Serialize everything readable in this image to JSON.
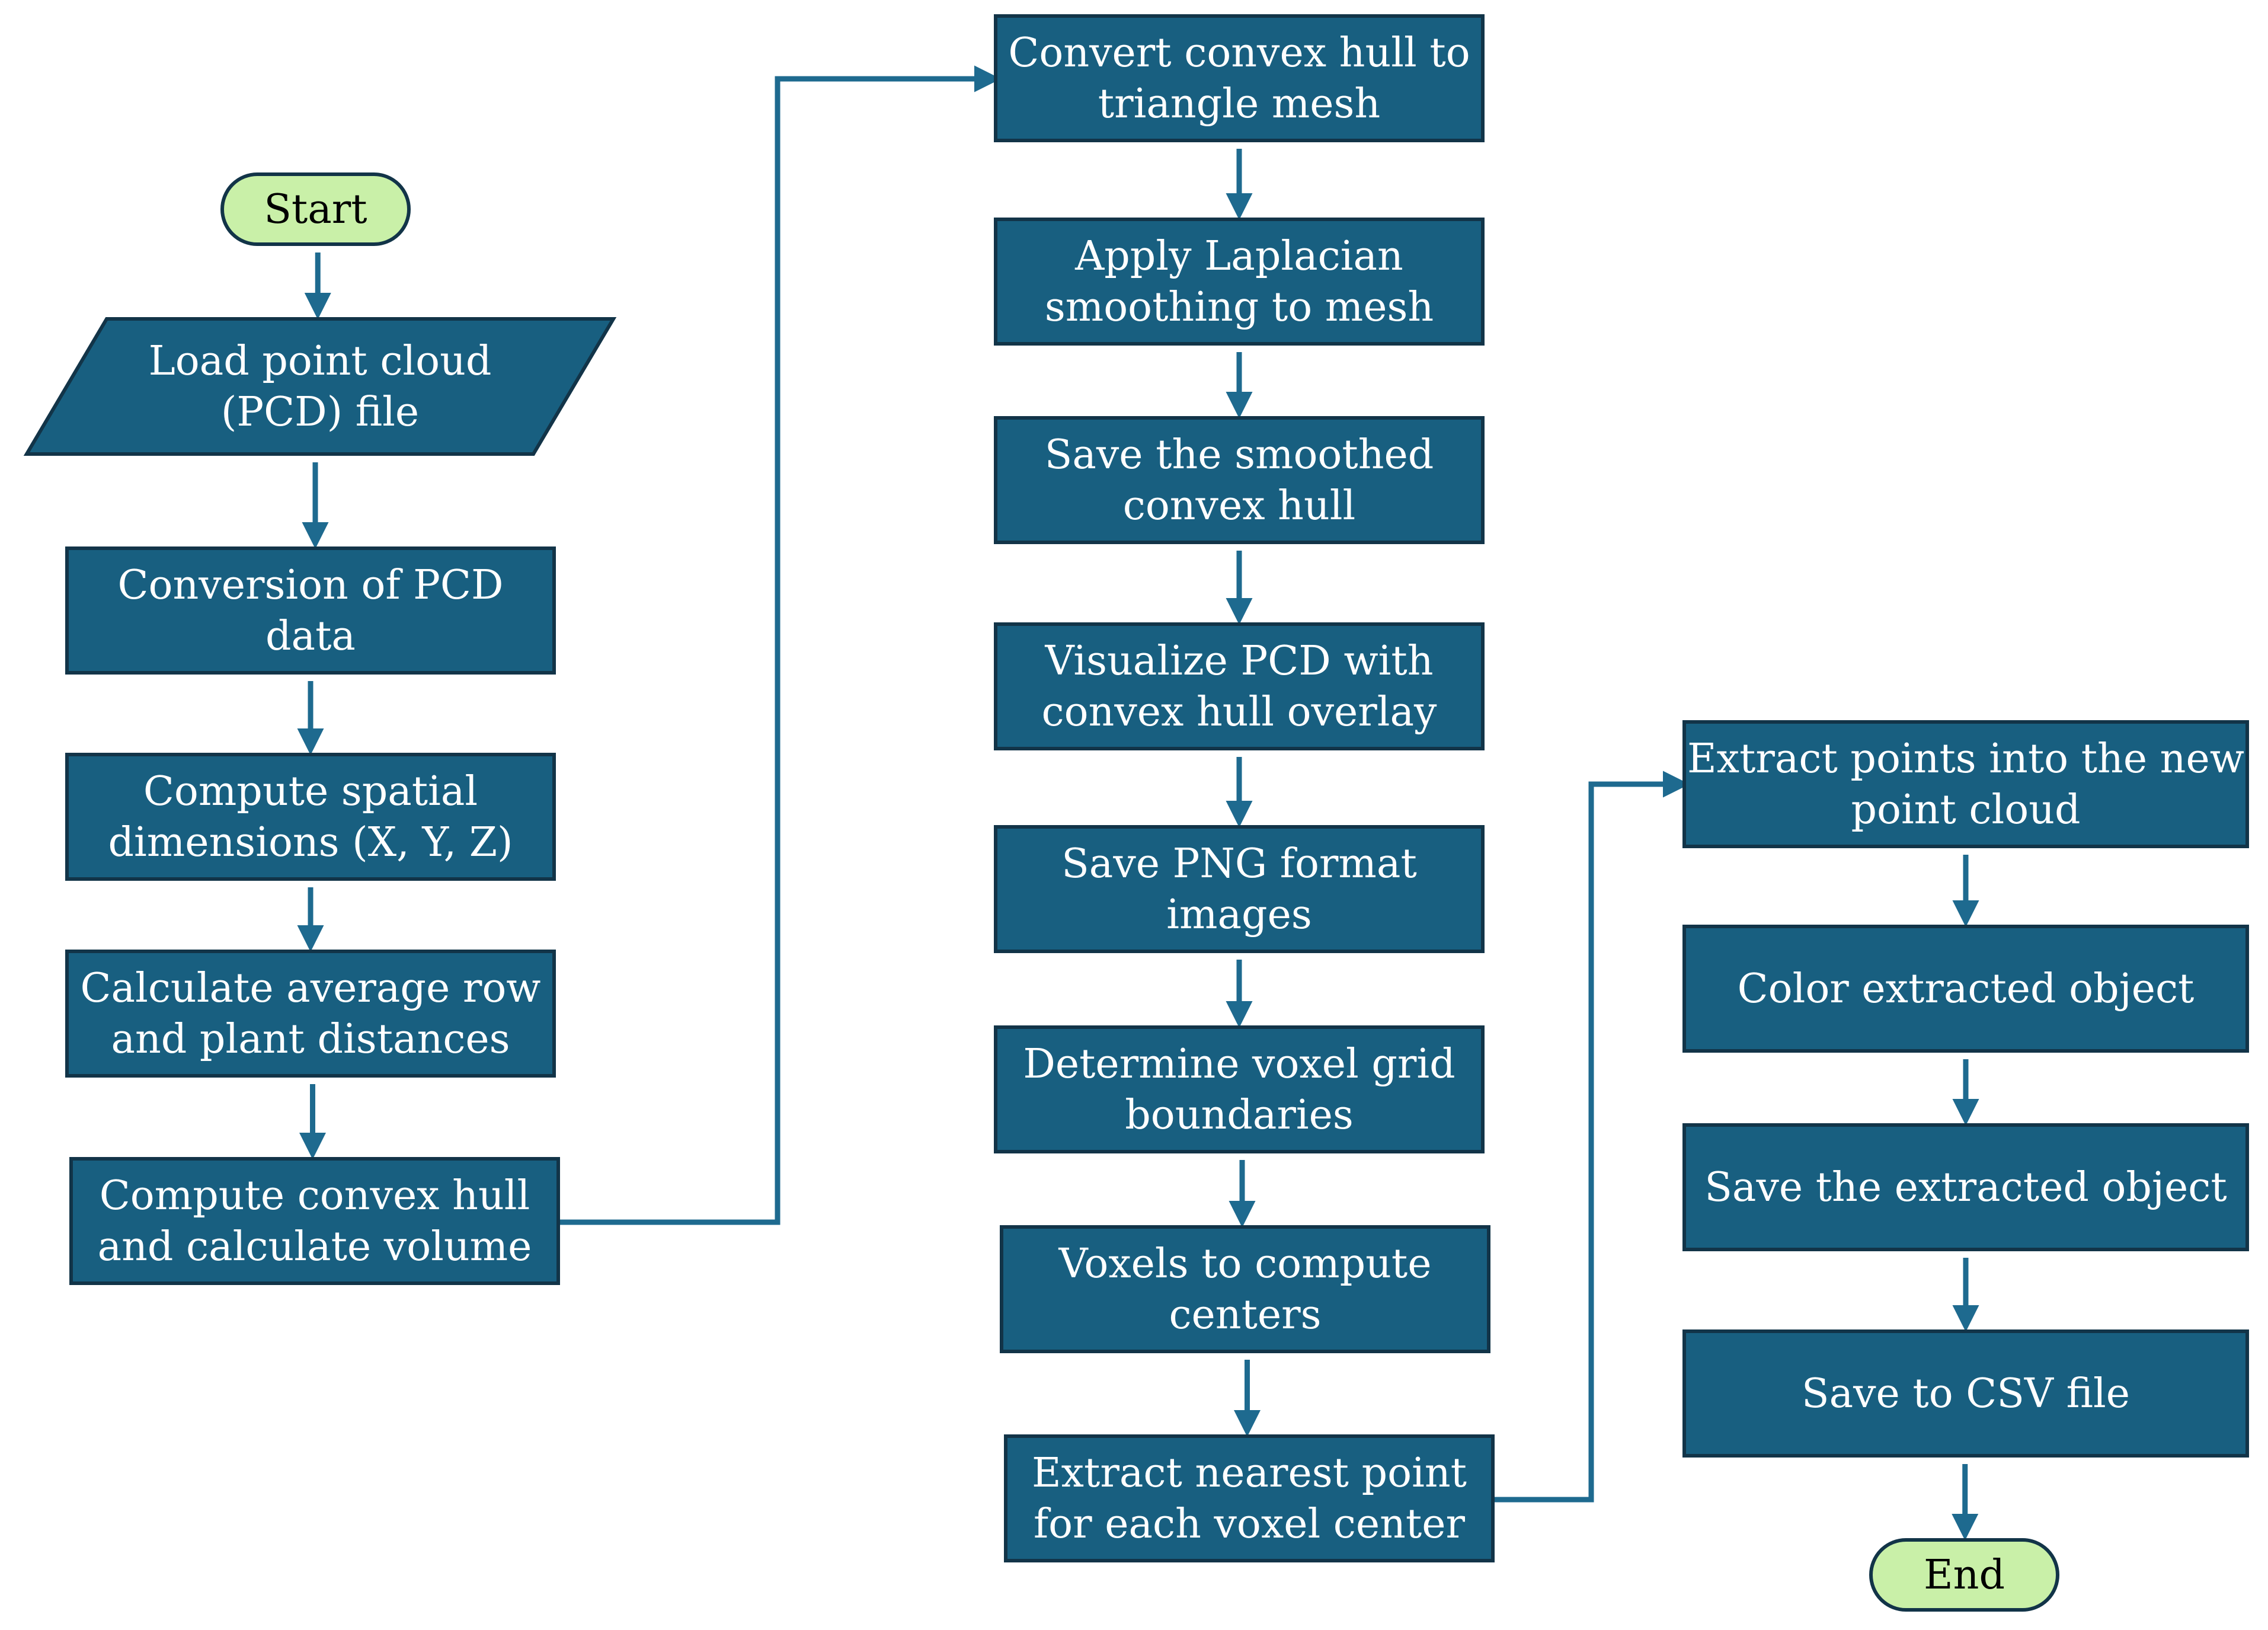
{
  "colors": {
    "process_fill": "#185f80",
    "terminal_fill": "#c9f0a8",
    "border": "#123448",
    "connector": "#1e6a8f",
    "process_text": "#ffffff",
    "terminal_text": "#000000"
  },
  "nodes": {
    "start": {
      "shape": "terminal",
      "lines": [
        "Start"
      ]
    },
    "load": {
      "shape": "parallelogram",
      "lines": [
        "Load point cloud",
        "(PCD) file"
      ]
    },
    "conversion": {
      "shape": "process",
      "lines": [
        "Conversion of  PCD",
        "data"
      ]
    },
    "spatial": {
      "shape": "process",
      "lines": [
        "Compute spatial",
        "dimensions (X, Y, Z)"
      ]
    },
    "average": {
      "shape": "process",
      "lines": [
        "Calculate average row",
        "and plant distances"
      ]
    },
    "hull": {
      "shape": "process",
      "lines": [
        "Compute convex hull",
        "and calculate volume"
      ]
    },
    "mesh": {
      "shape": "process",
      "lines": [
        "Convert convex hull to",
        "triangle mesh"
      ]
    },
    "laplacian": {
      "shape": "process",
      "lines": [
        "Apply  Laplacian",
        "smoothing to mesh"
      ]
    },
    "save_hull": {
      "shape": "process",
      "lines": [
        "Save the smoothed",
        "convex hull"
      ]
    },
    "visualize": {
      "shape": "process",
      "lines": [
        "Visualize PCD with",
        "convex hull overlay"
      ]
    },
    "png": {
      "shape": "process",
      "lines": [
        "Save PNG format",
        "images"
      ]
    },
    "voxel_grid": {
      "shape": "process",
      "lines": [
        "Determine voxel grid",
        "boundaries"
      ]
    },
    "voxel_centers": {
      "shape": "process",
      "lines": [
        "Voxels to compute",
        "centers"
      ]
    },
    "nearest": {
      "shape": "process",
      "lines": [
        "Extract nearest point",
        "for each voxel center"
      ]
    },
    "extract_points": {
      "shape": "process",
      "lines": [
        "Extract points into the new",
        "point cloud"
      ]
    },
    "color": {
      "shape": "process",
      "lines": [
        "Color extracted object"
      ]
    },
    "save_object": {
      "shape": "process",
      "lines": [
        "Save the extracted object"
      ]
    },
    "csv": {
      "shape": "process",
      "lines": [
        "Save to CSV file"
      ]
    },
    "end": {
      "shape": "terminal",
      "lines": [
        "End"
      ]
    }
  },
  "edges": [
    [
      "start",
      "load"
    ],
    [
      "load",
      "conversion"
    ],
    [
      "conversion",
      "spatial"
    ],
    [
      "spatial",
      "average"
    ],
    [
      "average",
      "hull"
    ],
    [
      "hull",
      "mesh"
    ],
    [
      "mesh",
      "laplacian"
    ],
    [
      "laplacian",
      "save_hull"
    ],
    [
      "save_hull",
      "visualize"
    ],
    [
      "visualize",
      "png"
    ],
    [
      "png",
      "voxel_grid"
    ],
    [
      "voxel_grid",
      "voxel_centers"
    ],
    [
      "voxel_centers",
      "nearest"
    ],
    [
      "nearest",
      "extract_points"
    ],
    [
      "extract_points",
      "color"
    ],
    [
      "color",
      "save_object"
    ],
    [
      "save_object",
      "csv"
    ],
    [
      "csv",
      "end"
    ]
  ]
}
